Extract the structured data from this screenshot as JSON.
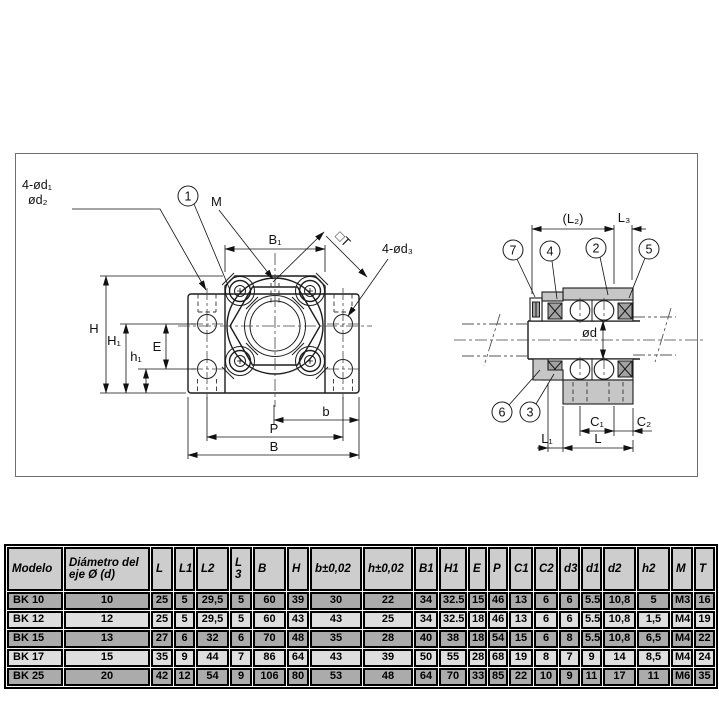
{
  "front_view": {
    "note_4d1": "4-ød₁",
    "note_d2": "ød₂",
    "note_4d3": "4-ød₃",
    "callout_1": "1",
    "label_m": "M",
    "dim_b1": "B₁",
    "chamfer_t": "□T",
    "dim_h": "H",
    "dim_h1_cap": "H₁",
    "dim_h1_low": "h₁",
    "dim_e": "E",
    "dim_b_small": "b",
    "dim_p": "P",
    "dim_b_cap": "B"
  },
  "side_view": {
    "dim_l2": "(L₂)",
    "dim_l3": "L₃",
    "callout_7": "7",
    "callout_4": "4",
    "callout_2": "2",
    "callout_5": "5",
    "callout_6": "6",
    "callout_3": "3",
    "dim_d": "ød",
    "dim_c1": "C₁",
    "dim_c2": "C₂",
    "dim_l1": "L₁",
    "dim_l": "L"
  },
  "table": {
    "headers": [
      "Modelo",
      "Diámetro del eje Ø (d)",
      "L",
      "L1",
      "L2",
      "L3",
      "B",
      "H",
      "b±0,02",
      "h±0,02",
      "B1",
      "H1",
      "E",
      "P",
      "C1",
      "C2",
      "d3",
      "d1",
      "d2",
      "h2",
      "M",
      "T"
    ],
    "rows": [
      [
        "BK 10",
        "10",
        "25",
        "5",
        "29,5",
        "5",
        "60",
        "39",
        "30",
        "22",
        "34",
        "32.5",
        "15",
        "46",
        "13",
        "6",
        "6",
        "5.5",
        "10,8",
        "5",
        "M3",
        "16"
      ],
      [
        "BK 12",
        "12",
        "25",
        "5",
        "29,5",
        "5",
        "60",
        "43",
        "43",
        "25",
        "34",
        "32.5",
        "18",
        "46",
        "13",
        "6",
        "6",
        "5.5",
        "10,8",
        "1,5",
        "M4",
        "19"
      ],
      [
        "BK 15",
        "13",
        "27",
        "6",
        "32",
        "6",
        "70",
        "48",
        "35",
        "28",
        "40",
        "38",
        "18",
        "54",
        "15",
        "6",
        "8",
        "5.5",
        "10,8",
        "6,5",
        "M4",
        "22"
      ],
      [
        "BK 17",
        "15",
        "35",
        "9",
        "44",
        "7",
        "86",
        "64",
        "43",
        "39",
        "50",
        "55",
        "28",
        "68",
        "19",
        "8",
        "7",
        "9",
        "14",
        "8,5",
        "M4",
        "24"
      ],
      [
        "BK 25",
        "20",
        "42",
        "12",
        "54",
        "9",
        "106",
        "80",
        "53",
        "48",
        "64",
        "70",
        "33",
        "85",
        "22",
        "10",
        "9",
        "11",
        "17",
        "11",
        "M6",
        "35"
      ]
    ]
  }
}
